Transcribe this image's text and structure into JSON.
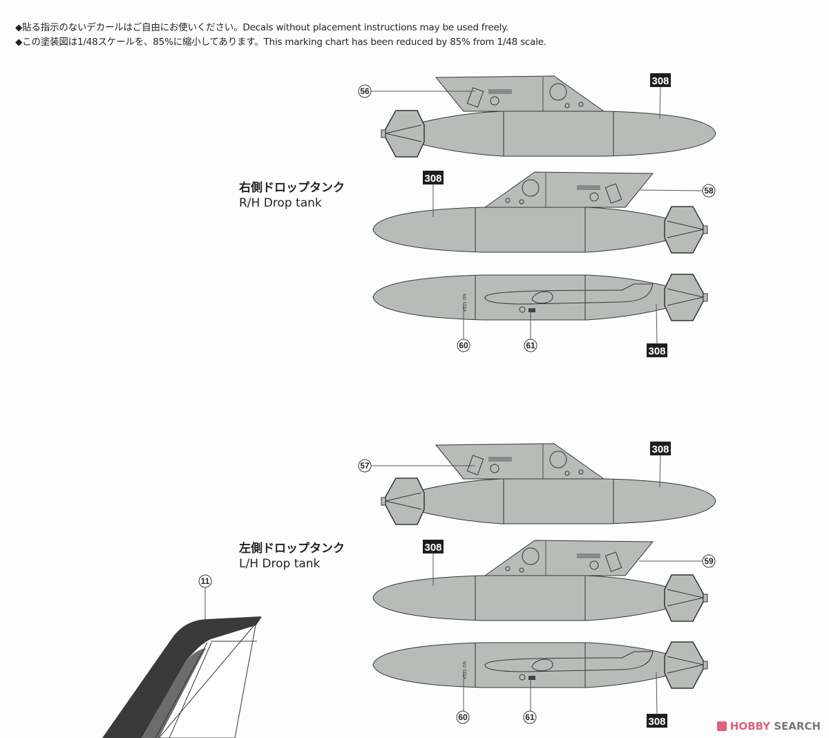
{
  "notes": [
    "◆貼る指示のないデカールはご自由にお使いください。Decals without placement instructions may be used freely.",
    "◆この塗装図は1/48スケールを、85%に縮小してあります。This marking chart has been reduced by 85% from 1/48 scale."
  ],
  "right_tank": {
    "title_jp": "右側ドロップタンク",
    "title_en": "R/H Drop tank",
    "callouts": [
      "56",
      "308",
      "308",
      "58",
      "60",
      "61",
      "308"
    ]
  },
  "left_tank": {
    "title_jp": "左側ドロップタンク",
    "title_en": "L/H Drop tank",
    "callouts": [
      "57",
      "308",
      "308",
      "59",
      "60",
      "61",
      "308"
    ]
  },
  "tail_callout": "11",
  "colors": {
    "tank_gray": "#b8bcb9",
    "paint_dark": "#3a3a3a",
    "paint_mid": "#6c6c6c",
    "box_black": "#1e1e1e",
    "logo_pink": "#e0607e"
  },
  "watermark": {
    "brand": "HOBBY",
    "brand2": "SEARCH"
  }
}
